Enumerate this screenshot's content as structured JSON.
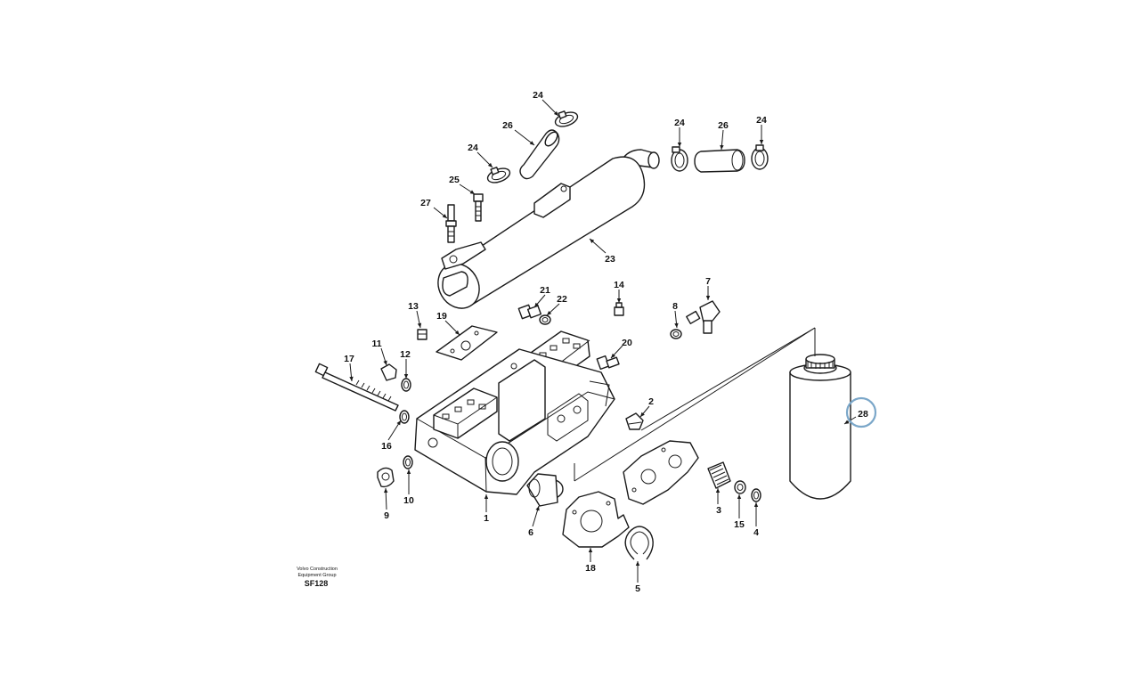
{
  "diagram": {
    "callouts": [
      {
        "label": "24"
      },
      {
        "label": "26"
      },
      {
        "label": "24"
      },
      {
        "label": "26"
      },
      {
        "label": "24"
      },
      {
        "label": "24"
      },
      {
        "label": "25"
      },
      {
        "label": "27"
      },
      {
        "label": "23"
      },
      {
        "label": "21"
      },
      {
        "label": "22"
      },
      {
        "label": "14"
      },
      {
        "label": "7"
      },
      {
        "label": "8"
      },
      {
        "label": "13"
      },
      {
        "label": "19"
      },
      {
        "label": "20"
      },
      {
        "label": "11"
      },
      {
        "label": "12"
      },
      {
        "label": "17"
      },
      {
        "label": "2"
      },
      {
        "label": "16"
      },
      {
        "label": "10"
      },
      {
        "label": "9"
      },
      {
        "label": "1"
      },
      {
        "label": "6"
      },
      {
        "label": "18"
      },
      {
        "label": "3"
      },
      {
        "label": "15"
      },
      {
        "label": "4"
      },
      {
        "label": "5"
      },
      {
        "label": "28"
      }
    ],
    "highlighted_part": "28",
    "highlight_color": "#7ba7c9"
  },
  "footer": {
    "company_line1": "Volvo Construction",
    "company_line2": "Equipment Group",
    "code": "SF128"
  }
}
